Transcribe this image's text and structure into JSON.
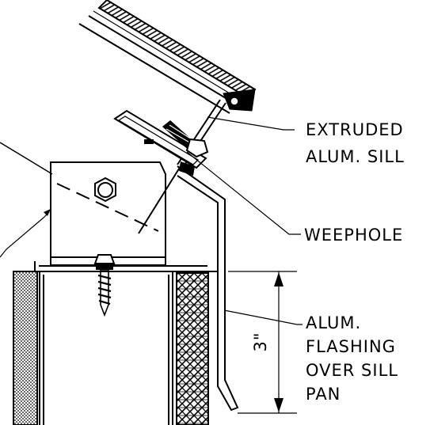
{
  "labels": {
    "extruded_line1": "EXTRUDED",
    "extruded_line2": "ALUM. SILL",
    "weephole": "WEEPHOLE",
    "flashing_line1": "ALUM.",
    "flashing_line2": "FLASHING",
    "flashing_line3": "OVER SILL",
    "flashing_line4": "PAN",
    "dimension": "3\""
  }
}
